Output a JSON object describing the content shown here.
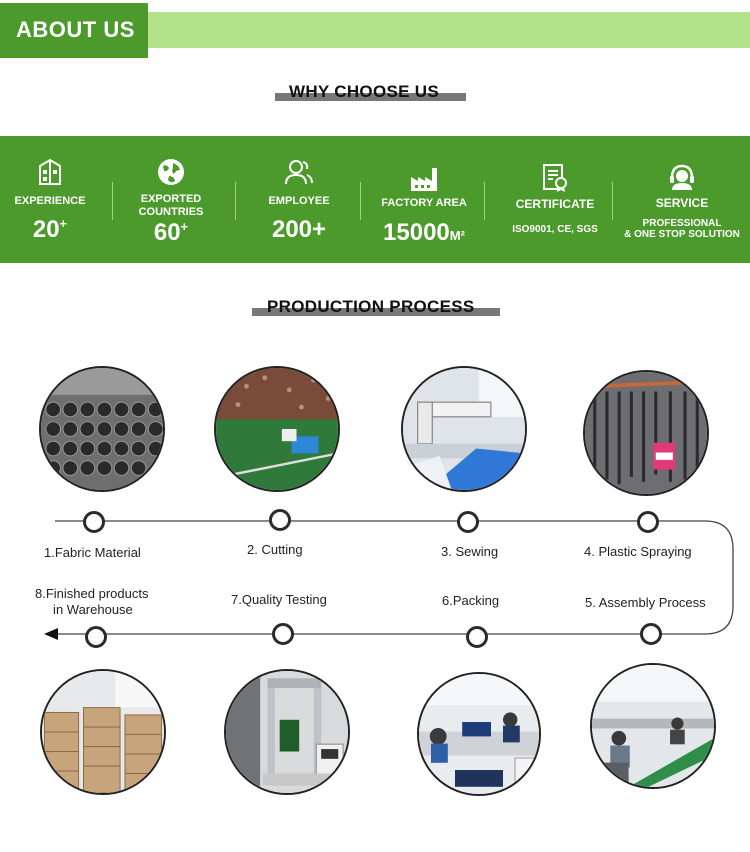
{
  "header": {
    "title": "ABOUT US"
  },
  "why": {
    "title": "WHY CHOOSE US"
  },
  "stats": [
    {
      "label": "EXPERIENCE",
      "value": "20",
      "suffix": "+",
      "icon": "building-icon"
    },
    {
      "label": "EXPORTED\nCOUNTRIES",
      "value": "60",
      "suffix": "+",
      "icon": "globe-icon"
    },
    {
      "label": "EMPLOYEE",
      "value": "200+",
      "suffix": "",
      "icon": "people-icon"
    },
    {
      "label": "FACTORY AREA",
      "value": "15000",
      "suffix": "M²",
      "icon": "factory-icon"
    },
    {
      "label": "CERTIFICATE",
      "value": "ISO9001, CE, SGS",
      "suffix": "",
      "icon": "certificate-icon"
    },
    {
      "label": "SERVICE",
      "value": "PROFESSIONAL\n& ONE STOP SOLUTION",
      "suffix": "",
      "icon": "headset-icon"
    }
  ],
  "production": {
    "title": "PRODUCTION PROCESS",
    "steps": [
      "1.Fabric Material",
      "2. Cutting",
      "3. Sewing",
      "4. Plastic Spraying",
      "5. Assembly Process",
      "6.Packing",
      "7.Quality Testing",
      "8.Finished products\n     in Warehouse"
    ]
  },
  "colors": {
    "brand_green": "#4c9a2b",
    "light_green": "#b4e28c",
    "underline_gray": "#777777"
  }
}
